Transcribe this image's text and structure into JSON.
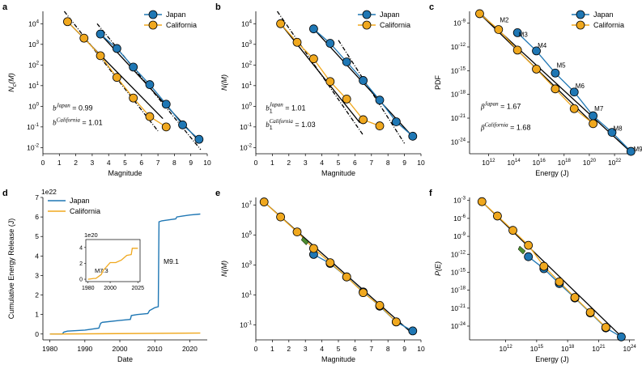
{
  "colors": {
    "japan": "#1f77b4",
    "california": "#f0a81e",
    "fit": "#000000",
    "green": "#4b8b2e"
  },
  "chart_data": [
    {
      "panel": "a",
      "type": "line",
      "ylabel": "N_c(M)",
      "xlabel": "Magnitude",
      "xlim": [
        0,
        10
      ],
      "ylog": true,
      "ylim": [
        -2.3,
        4.6
      ],
      "xticks": [
        0,
        1,
        2,
        3,
        4,
        5,
        6,
        7,
        8,
        9,
        10
      ],
      "yticks": [
        {
          "v": -2,
          "t": "10^-2"
        },
        {
          "v": -1,
          "t": "10^-1"
        },
        {
          "v": 0,
          "t": "10^0"
        },
        {
          "v": 1,
          "t": "10^1"
        },
        {
          "v": 2,
          "t": "10^2"
        },
        {
          "v": 3,
          "t": "10^3"
        },
        {
          "v": 4,
          "t": "10^4"
        }
      ],
      "legend": "top-right",
      "series": [
        {
          "name": "Japan",
          "color": "japan",
          "x": [
            3.5,
            4.5,
            5.5,
            6.5,
            7.5,
            8.5,
            9.5
          ],
          "y": [
            3.5,
            2.8,
            1.9,
            1.05,
            0.1,
            -0.9,
            -1.6
          ]
        },
        {
          "name": "California",
          "color": "california",
          "x": [
            1.5,
            2.5,
            3.5,
            4.5,
            5.5,
            6.5,
            7.5
          ],
          "y": [
            4.1,
            3.3,
            2.45,
            1.4,
            0.4,
            -0.5,
            -1.0
          ]
        }
      ],
      "fits": [
        {
          "x": [
            3.3,
            9.6
          ],
          "y": [
            4.0,
            -2.1
          ],
          "dash": true
        },
        {
          "x": [
            1.3,
            7.0
          ],
          "y": [
            4.6,
            -1.2
          ],
          "dash": true
        },
        {
          "x": [
            3.5,
            9.4
          ],
          "y": [
            3.5,
            -1.6
          ]
        },
        {
          "x": [
            1.5,
            7.3
          ],
          "y": [
            4.1,
            -0.6
          ]
        }
      ],
      "annotations": [
        {
          "base": "b",
          "sup": "Japan",
          "val": " = 0.99",
          "x": 0.6,
          "y": -0.2
        },
        {
          "base": "b",
          "sup": "California",
          "val": " = 1.01",
          "x": 0.6,
          "y": -0.9
        }
      ]
    },
    {
      "panel": "b",
      "type": "line",
      "ylabel": "N(M)",
      "xlabel": "Magnitude",
      "xlim": [
        0,
        10
      ],
      "ylog": true,
      "ylim": [
        -2.3,
        4.6
      ],
      "xticks": [
        0,
        1,
        2,
        3,
        4,
        5,
        6,
        7,
        8,
        9,
        10
      ],
      "yticks": [
        {
          "v": -2,
          "t": "10^-2"
        },
        {
          "v": -1,
          "t": "10^-1"
        },
        {
          "v": 0,
          "t": "10^0"
        },
        {
          "v": 1,
          "t": "10^1"
        },
        {
          "v": 2,
          "t": "10^2"
        },
        {
          "v": 3,
          "t": "10^3"
        },
        {
          "v": 4,
          "t": "10^4"
        }
      ],
      "legend": "top-right",
      "series": [
        {
          "name": "Japan",
          "color": "japan",
          "x": [
            3.5,
            4.5,
            5.5,
            6.5,
            7.5,
            8.5,
            9.5
          ],
          "y": [
            3.75,
            3.05,
            2.15,
            1.25,
            0.3,
            -0.75,
            -1.45
          ]
        },
        {
          "name": "California",
          "color": "california",
          "x": [
            1.5,
            2.5,
            3.5,
            4.5,
            5.5,
            6.5,
            7.5
          ],
          "y": [
            4.0,
            3.1,
            2.3,
            1.2,
            0.35,
            -0.65,
            -0.95
          ]
        }
      ],
      "fits": [
        {
          "x": [
            1.3,
            6.5
          ],
          "y": [
            4.6,
            -1.4
          ],
          "dash": true
        },
        {
          "x": [
            5.0,
            9.0
          ],
          "y": [
            3.2,
            -1.8
          ],
          "dash": true
        },
        {
          "x": [
            1.5,
            6.3
          ],
          "y": [
            4.0,
            -0.8
          ]
        },
        {
          "x": [
            3.5,
            9.3
          ],
          "y": [
            3.75,
            -1.3
          ]
        }
      ],
      "annotations": [
        {
          "base": "b",
          "sub": "1",
          "sup": "Japan",
          "val": " = 1.01",
          "x": 0.6,
          "y": -0.2
        },
        {
          "base": "b",
          "sub": "1",
          "sup": "California",
          "val": " = 1.03",
          "x": 0.6,
          "y": -1.0
        }
      ]
    },
    {
      "panel": "c",
      "type": "line",
      "ylabel": "PDF",
      "xlabel": "Energy (J)",
      "xlog": true,
      "xlim": [
        10.5,
        23.6
      ],
      "ylog": true,
      "ylim": [
        -25.5,
        -7.5
      ],
      "xticks": [
        {
          "v": 12,
          "t": "10^12"
        },
        {
          "v": 14,
          "t": "10^14"
        },
        {
          "v": 16,
          "t": "10^16"
        },
        {
          "v": 18,
          "t": "10^18"
        },
        {
          "v": 20,
          "t": "10^20"
        },
        {
          "v": 22,
          "t": "10^22"
        }
      ],
      "yticks": [
        {
          "v": -9,
          "t": "10^-9"
        },
        {
          "v": -12,
          "t": "10^-12"
        },
        {
          "v": -15,
          "t": "10^-15"
        },
        {
          "v": -18,
          "t": "10^-18"
        },
        {
          "v": -21,
          "t": "10^-21"
        },
        {
          "v": -24,
          "t": "10^-24"
        }
      ],
      "legend": "top-right",
      "series": [
        {
          "name": "Japan",
          "color": "japan",
          "x": [
            14.3,
            15.8,
            17.3,
            18.8,
            20.3,
            21.8,
            23.3
          ],
          "y": [
            -10.2,
            -12.5,
            -15.3,
            -17.7,
            -20.7,
            -22.8,
            -25.2
          ]
        },
        {
          "name": "California",
          "color": "california",
          "x": [
            11.3,
            12.8,
            14.3,
            15.8,
            17.3,
            18.8,
            20.3
          ],
          "y": [
            -7.8,
            -9.8,
            -12.4,
            -14.8,
            -17.3,
            -19.8,
            -21.7
          ]
        }
      ],
      "fits": [
        {
          "x": [
            11.3,
            23.3
          ],
          "y": [
            -7.7,
            -25.3
          ]
        },
        {
          "x": [
            11.3,
            20.5
          ],
          "y": [
            -7.8,
            -22.0
          ]
        }
      ],
      "labels": [
        {
          "t": "M2",
          "x": 12.9,
          "y": -8.9
        },
        {
          "t": "M3",
          "x": 14.4,
          "y": -10.7
        },
        {
          "t": "M4",
          "x": 15.9,
          "y": -12.1
        },
        {
          "t": "M5",
          "x": 17.4,
          "y": -14.6
        },
        {
          "t": "M6",
          "x": 18.9,
          "y": -17.2
        },
        {
          "t": "M7",
          "x": 20.4,
          "y": -20.1
        },
        {
          "t": "M8",
          "x": 21.9,
          "y": -22.6
        },
        {
          "t": "M9",
          "x": 23.5,
          "y": -25.2
        }
      ],
      "annotations": [
        {
          "base": "β",
          "sup": "Japan",
          "val": " = 1.67",
          "x": 11.4,
          "y": -19.8
        },
        {
          "base": "β",
          "sup": "California",
          "val": " = 1.68",
          "x": 11.4,
          "y": -22.5
        }
      ]
    },
    {
      "panel": "d",
      "type": "line",
      "ylabel": "Cumulative Energy Release (J)",
      "xlabel": "Date",
      "offset": "1e22",
      "xlim": [
        1978,
        2025
      ],
      "ylim": [
        -0.3,
        7
      ],
      "xticks": [
        1980,
        1990,
        2000,
        2010,
        2020
      ],
      "yticks": [
        0,
        1,
        2,
        3,
        4,
        5,
        6,
        7
      ],
      "legend": "top-left",
      "series": [
        {
          "name": "Japan",
          "color": "japan",
          "x": [
            1980,
            1983.5,
            1984,
            1985,
            1990,
            1994,
            1994.5,
            1995,
            2000,
            2003,
            2003.3,
            2005,
            2008,
            2008.5,
            2010,
            2011,
            2011.2,
            2012,
            2014,
            2016,
            2016.3,
            2018,
            2020,
            2023
          ],
          "y": [
            0,
            0,
            0.1,
            0.15,
            0.2,
            0.3,
            0.55,
            0.6,
            0.7,
            0.75,
            0.95,
            1.0,
            1.05,
            1.2,
            1.35,
            1.4,
            5.75,
            5.8,
            5.85,
            5.9,
            6.0,
            6.05,
            6.1,
            6.15
          ]
        },
        {
          "name": "California",
          "color": "california",
          "x": [
            1980,
            2023
          ],
          "y": [
            0,
            0.05
          ]
        }
      ],
      "labels": [
        {
          "t": "M9.1",
          "x": 2012.5,
          "y": 3.6
        }
      ],
      "inset": {
        "offset": "1e20",
        "xlim": [
          1978,
          2027
        ],
        "ylim": [
          -0.3,
          5
        ],
        "xticks": [
          1980,
          2000,
          2025
        ],
        "yticks": [
          0,
          2,
          4
        ],
        "x": [
          1980,
          1985,
          1987,
          1991,
          1992,
          1994,
          1995,
          2000,
          2005,
          2010,
          2015,
          2019,
          2020,
          2025
        ],
        "y": [
          0,
          0.1,
          0.1,
          0.5,
          0.6,
          1.2,
          1.3,
          2.1,
          2.1,
          2.4,
          3.0,
          3.1,
          3.9,
          3.9
        ],
        "label": "M7.3"
      }
    },
    {
      "panel": "e",
      "type": "line",
      "ylabel": "N(M)",
      "xlabel": "Magnitude",
      "xlim": [
        0,
        10
      ],
      "ylog": true,
      "ylim": [
        -2.0,
        7.5
      ],
      "xticks": [
        0,
        1,
        2,
        3,
        4,
        5,
        6,
        7,
        8,
        9,
        10
      ],
      "yticks": [
        {
          "v": 7,
          "t": "10^7"
        },
        {
          "v": 5,
          "t": "10^5"
        },
        {
          "v": 3,
          "t": "10^3"
        },
        {
          "v": 1,
          "t": "10^1"
        },
        {
          "v": -1,
          "t": "10^-1"
        }
      ],
      "series": [
        {
          "name": "Japan",
          "color": "japan",
          "x": [
            3.5,
            4.5,
            5.5,
            6.5,
            7.5,
            8.5,
            9.5
          ],
          "y": [
            3.7,
            3.1,
            2.2,
            1.2,
            0.25,
            -0.8,
            -1.4
          ]
        },
        {
          "name": "California",
          "color": "california",
          "x": [
            0.5,
            1.5,
            2.5,
            3.5,
            4.5,
            5.5,
            6.5,
            7.5,
            8.5
          ],
          "y": [
            7.2,
            6.2,
            5.2,
            4.1,
            3.15,
            2.2,
            1.15,
            0.3,
            -0.8
          ]
        }
      ],
      "fits": [
        {
          "x": [
            0.5,
            9.5
          ],
          "y": [
            7.2,
            -1.6
          ]
        }
      ],
      "greens": [
        {
          "x": 3.0,
          "y": 4.6
        }
      ]
    },
    {
      "panel": "f",
      "type": "line",
      "ylabel": "P(E)",
      "xlabel": "Energy (J)",
      "xlog": true,
      "xlim": [
        8.5,
        24.5
      ],
      "ylog": true,
      "ylim": [
        -26.3,
        -2.5
      ],
      "xticks": [
        {
          "v": 12,
          "t": "10^12"
        },
        {
          "v": 15,
          "t": "10^15"
        },
        {
          "v": 18,
          "t": "10^18"
        },
        {
          "v": 21,
          "t": "10^21"
        },
        {
          "v": 24,
          "t": "10^24"
        }
      ],
      "yticks": [
        {
          "v": -3,
          "t": "10^-3"
        },
        {
          "v": -6,
          "t": "10^-6"
        },
        {
          "v": -9,
          "t": "10^-9"
        },
        {
          "v": -12,
          "t": "10^-12"
        },
        {
          "v": -15,
          "t": "10^-15"
        },
        {
          "v": -18,
          "t": "10^-18"
        },
        {
          "v": -21,
          "t": "10^-21"
        },
        {
          "v": -24,
          "t": "10^-24"
        }
      ],
      "series": [
        {
          "name": "Japan",
          "color": "japan",
          "x": [
            14.2,
            15.7,
            17.2,
            18.7,
            20.2,
            21.7,
            23.2
          ],
          "y": [
            -12.4,
            -14.4,
            -16.9,
            -19.3,
            -21.8,
            -24.3,
            -25.8
          ]
        },
        {
          "name": "California",
          "color": "california",
          "x": [
            9.7,
            11.2,
            12.7,
            14.2,
            15.7,
            17.2,
            18.7,
            20.2,
            21.7
          ],
          "y": [
            -3.2,
            -5.6,
            -8.0,
            -10.5,
            -14.0,
            -16.6,
            -19.2,
            -21.7,
            -24.2
          ]
        }
      ],
      "fits": [
        {
          "x": [
            9.7,
            23.3
          ],
          "y": [
            -3.2,
            -25.9
          ]
        }
      ],
      "greens": [
        {
          "x": 13.6,
          "y": -11.3
        }
      ]
    }
  ],
  "legend_entries": [
    "Japan",
    "California"
  ]
}
